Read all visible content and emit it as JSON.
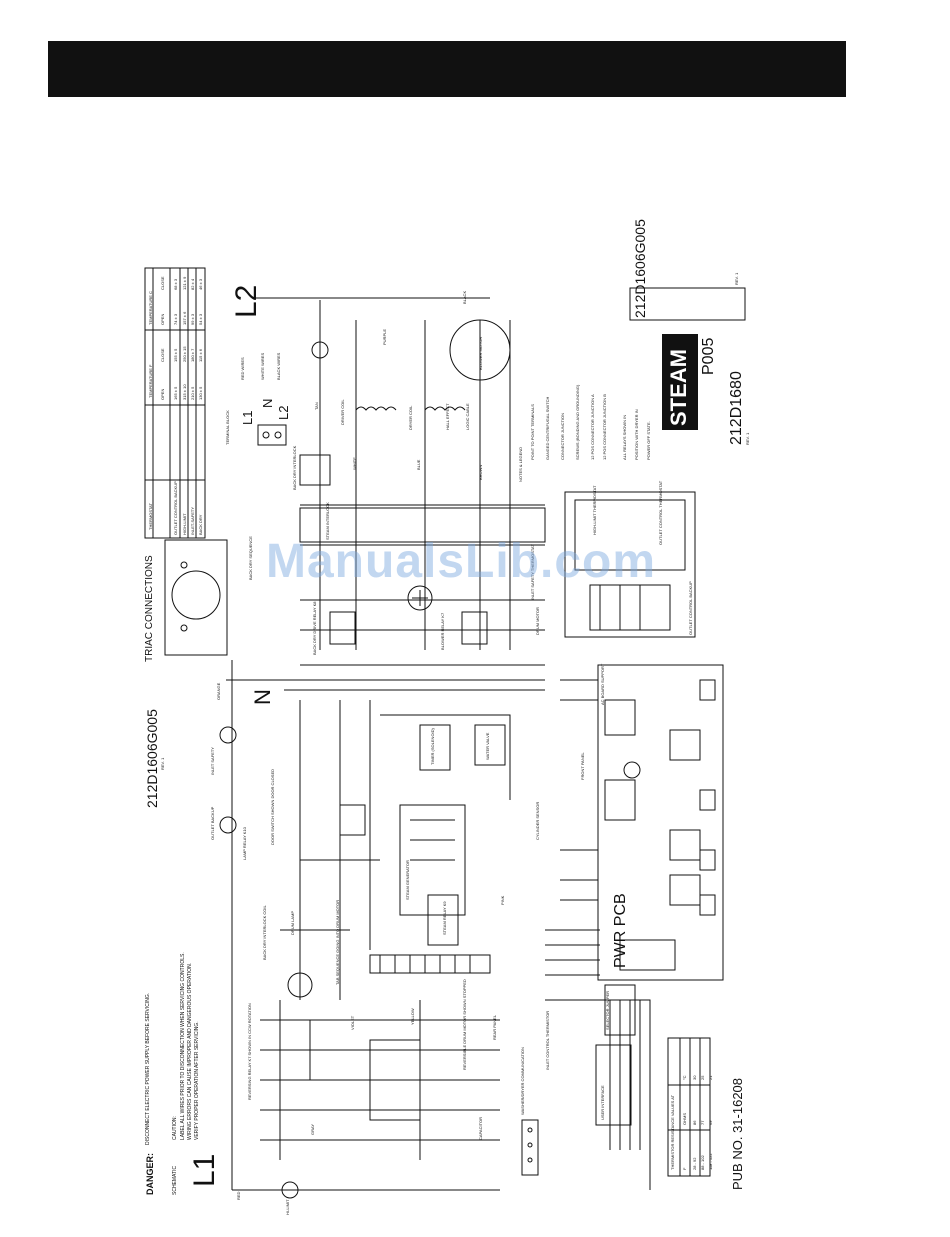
{
  "header": {
    "title": ""
  },
  "warning": {
    "label": "DANGER:",
    "line1": "DISCONNECT ELECTRIC POWER SUPPLY BEFORE SERVICING.",
    "caution": "CAUTION:",
    "caution1": "LABEL ALL WIRES PRIOR TO DISCONNECTION WHEN SERVICING CONTROLS.",
    "caution2": "WIRING ERRORS CAN CAUSE IMPROPER AND DANGEROUS OPERATION.",
    "caution3": "VERIFY PROPER OPERATION AFTER SERVICING."
  },
  "schematic_label": "SCHEMATIC",
  "drawing_number": "212D1606G005",
  "drawing_rev": "REV. 1",
  "drawing_number_right": "212D1606G005",
  "drawing_rev_right": "REV. 1",
  "steam_label": "STEAM",
  "model_code": "212D1680",
  "page_code": "P005",
  "model_rev": "REV. 1",
  "pub_no": "PUB NO. 31-16208",
  "triac_title": "TRIAC CONNECTIONS",
  "terminal_block": {
    "title": "TERMINAL BLOCK",
    "l1": "L1",
    "n": "N",
    "l2": "L2",
    "l1_desc": "RED WIRES",
    "n_desc": "WHITE WIRES",
    "l2_desc": "BLACK WIRES"
  },
  "thermostat_table": {
    "headers": [
      "THERMOSTAT",
      "TEMPERATURE F",
      "TEMPERATURE C"
    ],
    "subheaders": [
      "OPEN",
      "CLOSE",
      "OPEN",
      "CLOSE"
    ],
    "rows": [
      {
        "name": "OUTLET CONTROL BACKUP",
        "f_open": "165 ± 5",
        "f_close": "155 ± 5",
        "c_open": "74 ± 3",
        "c_close": "68 ± 3"
      },
      {
        "name": "HIGH-LIMIT",
        "f_open": "315 ± 10",
        "f_close": "250 ± 15",
        "c_open": "157 ± 6",
        "c_close": "121 ± 9"
      },
      {
        "name": "INLET-SAFETY",
        "f_open": "210 ± 5",
        "f_close": "180 ± 7",
        "c_open": "99 ± 3",
        "c_close": "82 ± 4"
      },
      {
        "name": "BACK DRY",
        "f_open": "130 ± 5",
        "f_close": "115 ± 6",
        "c_open": "54 ± 3",
        "c_close": "46 ± 3"
      }
    ]
  },
  "resistance_table": {
    "title": "THERMISTOR RESISTANCE VALUES AT",
    "headers": [
      "F",
      "OHMS",
      "°C"
    ],
    "rows": [
      [
        "28 - 92",
        "86",
        "30"
      ],
      [
        "88 - 102",
        "77",
        "25"
      ],
      [
        "118 - 122",
        "69",
        "21"
      ]
    ]
  },
  "notes": {
    "title": "NOTES & LEGEND",
    "items": [
      "POINT TO POINT TERMINALS",
      "GANGED CENTRIFUGAL SWITCH",
      "CONNECTOR JUNCTION",
      "SCREWS (BONDING AND GROUNDING)",
      "12 POS CONNECTOR JUNCTION A",
      "12 POS CONNECTOR JUNCTION B",
      "ALL RELAYS SHOWN IN",
      "POSITION WITH DRYER IN",
      "POWER OFF STATE."
    ]
  },
  "pcb_label": "PWR PCB",
  "ac_board": "AC BOARD SUPPORT",
  "big_letters": {
    "l1": "L1",
    "l2": "L2",
    "n": "N"
  },
  "components": [
    "REVERSING RELAY K7 SHOWN IN CCW ROTATION",
    "REVERSIBLE DRUM MOTOR SHOWN STOPPED",
    "TAB SEQUENCE GOING INTO DRUM MOTOR",
    "BACK DRY INTERLOCK COIL",
    "DRUM LAMP",
    "LAMP RELAY K10",
    "OUTLET BACKUP",
    "INLET SAFETY",
    "DOOR SWITCH SHOWN DOOR CLOSED",
    "STEAM GENERATOR",
    "STEAM RELAY K9",
    "TIMER (SOLENOID)",
    "WATER VALVE",
    "BACK DRY DRIVE RELAY K8",
    "BLOWER RELAY K7",
    "BACK DRY SEQUENCE",
    "STEAM INTERLOCK",
    "BACK DRY INTERLOCK",
    "DRIVER COIL",
    "DRYER COIL",
    "HALL EFFECT",
    "LOGIC CABLE",
    "BLOWER MOTOR",
    "HIGH-LIMIT THERMOSTAT",
    "OUTLET CONTROL THERMOSTAT",
    "OUTLET CONTROL BACKUP",
    "INLET SAFETY THERMOSTAT",
    "INLET CONTROL THERMISTOR",
    "DRUM MOTOR",
    "WASHER/DRYER COMMUNICATION",
    "USER INTERFACE",
    "SELECTOR JUMPER",
    "CAPACITOR",
    "HI-LIMIT",
    "REAR PANEL",
    "CYLINDER SENSOR",
    "FRONT PANEL"
  ],
  "wire_colors": [
    "RED",
    "BLACK",
    "WHITE",
    "ORANGE",
    "BLUE",
    "BROWN",
    "PURPLE",
    "PINK",
    "GRAY",
    "TAN",
    "YELLOW",
    "VIOLET"
  ],
  "watermark": "ManualsLib.com"
}
